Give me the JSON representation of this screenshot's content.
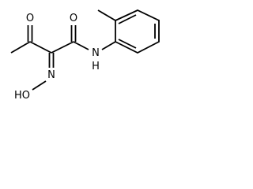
{
  "molecule": {
    "atom_labels": {
      "ketone_oxygen": "O",
      "amide_oxygen": "O",
      "oxime_nitrogen": "N",
      "hydroxyl": "HO",
      "amide_nitrogen": "N",
      "amide_hydrogen": "H"
    },
    "colors": {
      "bond": "#000000",
      "label": "#000000",
      "background": "#ffffff"
    }
  }
}
